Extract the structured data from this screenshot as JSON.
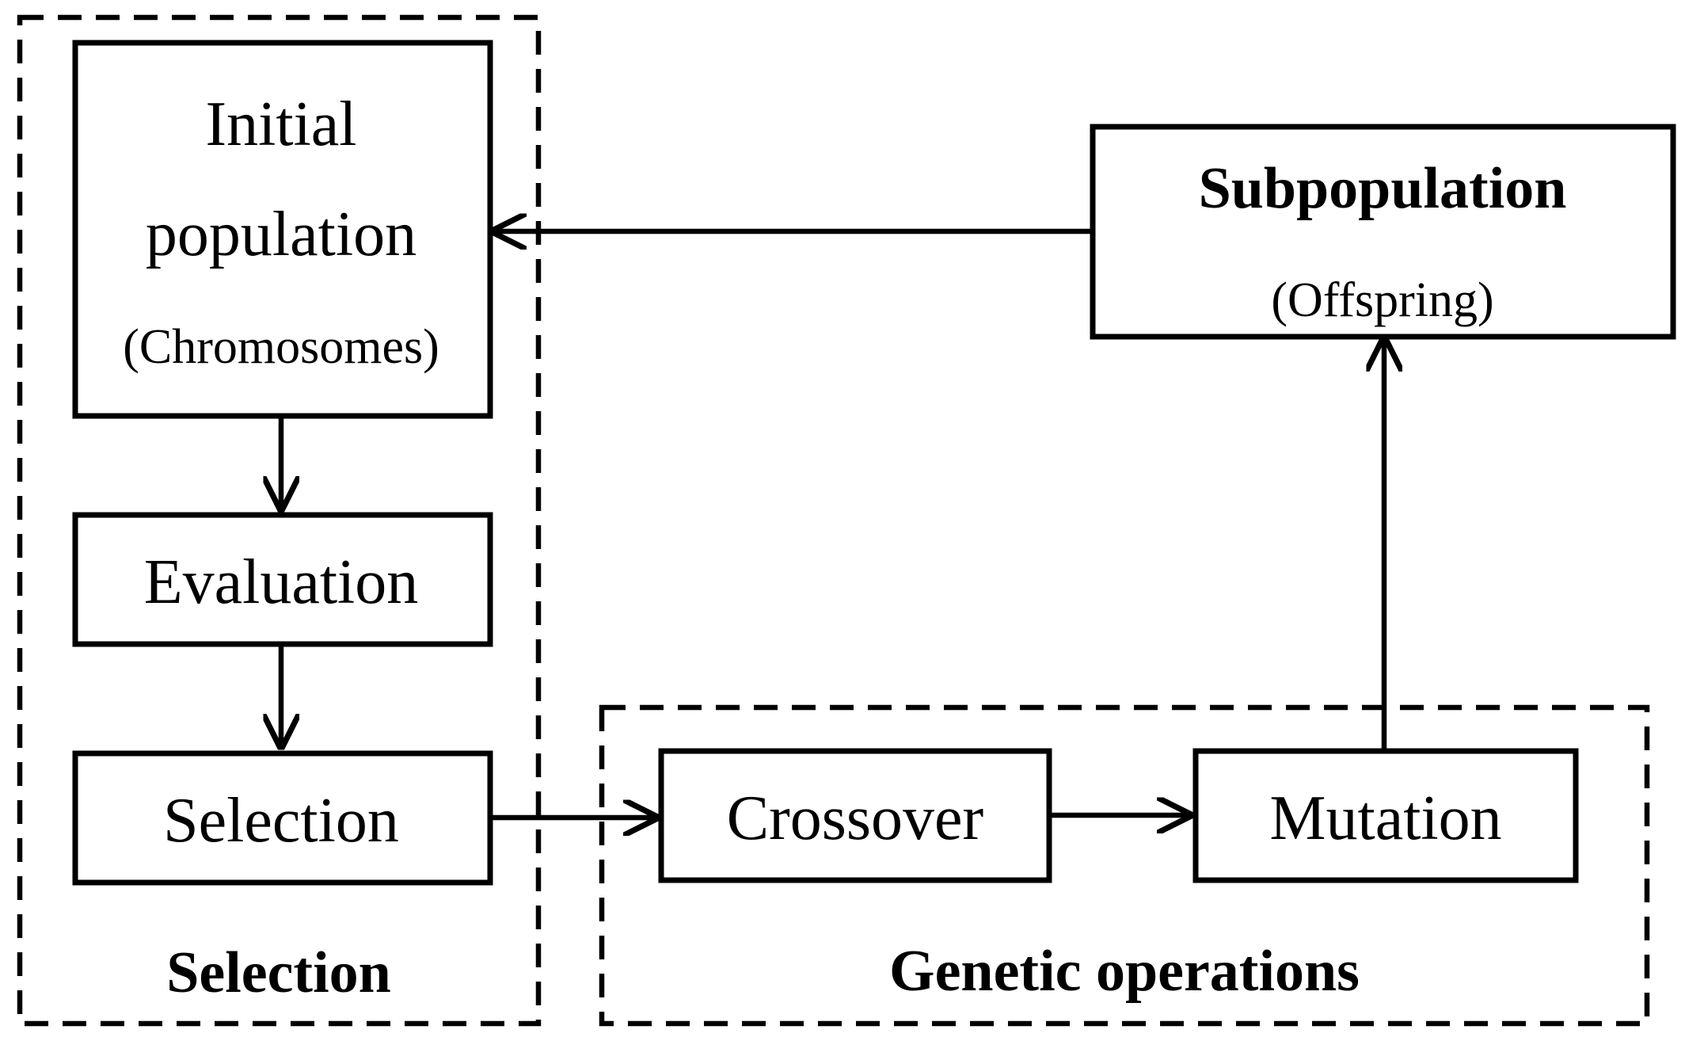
{
  "groups": {
    "selection": {
      "label": "Selection"
    },
    "genetic_operations": {
      "label": "Genetic operations"
    }
  },
  "nodes": {
    "initial_population": {
      "line1": "Initial",
      "line2": "population",
      "sub": "(Chromosomes)"
    },
    "evaluation": {
      "label": "Evaluation"
    },
    "selection": {
      "label": "Selection"
    },
    "crossover": {
      "label": "Crossover"
    },
    "mutation": {
      "label": "Mutation"
    },
    "subpopulation": {
      "label": "Subpopulation",
      "sub": "(Offspring)"
    }
  },
  "edges": [
    {
      "from": "initial_population",
      "to": "evaluation"
    },
    {
      "from": "evaluation",
      "to": "selection"
    },
    {
      "from": "selection",
      "to": "crossover"
    },
    {
      "from": "crossover",
      "to": "mutation"
    },
    {
      "from": "mutation",
      "to": "subpopulation"
    },
    {
      "from": "subpopulation",
      "to": "initial_population"
    }
  ],
  "colors": {
    "stroke": "#000000",
    "background": "#ffffff"
  }
}
